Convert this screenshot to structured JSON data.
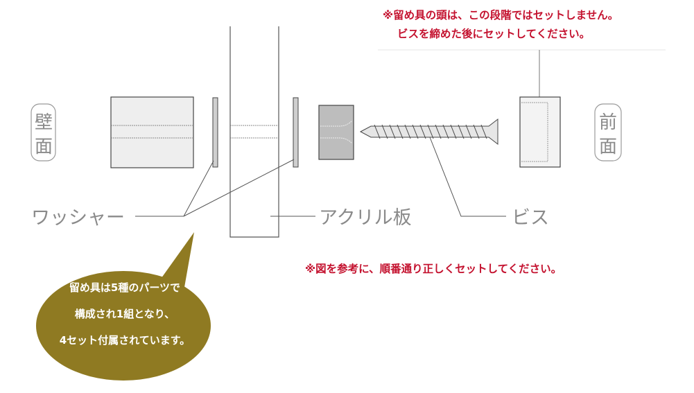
{
  "notes": {
    "top_line1": "※留め具の頭は、この段階ではセットしません。",
    "top_line2": "ビスを締めた後にセットしてください。",
    "bottom": "※図を参考に、順番通り正しくセットしてください。"
  },
  "faces": {
    "wall": [
      "壁",
      "面"
    ],
    "front": [
      "前",
      "面"
    ]
  },
  "labels": {
    "washer": "ワッシャー",
    "acrylic": "アクリル板",
    "screw": "ビス"
  },
  "bubble": {
    "lines": [
      "留め具は5種のパーツで",
      "構成され1組となり、",
      "4セット付属されています。"
    ]
  },
  "colors": {
    "note_red": "#c4122f",
    "bubble": "#8f7a22",
    "label_gray": "#8a8a8a"
  }
}
